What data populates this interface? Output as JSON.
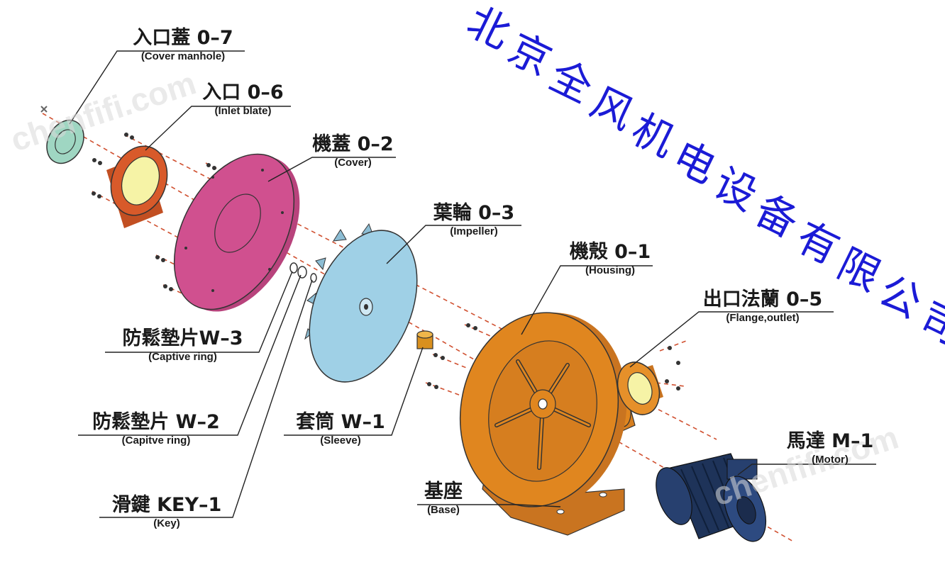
{
  "company": {
    "name": "北京全风机电设备有限公司",
    "color": "#1b1bd6"
  },
  "watermark": {
    "text": "chenfifi.com",
    "color": "#d9d9d9"
  },
  "labels": {
    "cover_manhole": {
      "cn": "入口蓋 0–7",
      "en": "(Cover manhole)"
    },
    "inlet_blate": {
      "cn": "入口 0–6",
      "en": "(Inlet blate)"
    },
    "cover": {
      "cn": "機蓋 0–2",
      "en": "(Cover)"
    },
    "impeller": {
      "cn": "葉輪 0–3",
      "en": "(Impeller)"
    },
    "housing": {
      "cn": "機殼 0–1",
      "en": "(Housing)"
    },
    "flange_outlet": {
      "cn": "出口法蘭 0–5",
      "en": "(Flange,outlet)"
    },
    "captive_ring": {
      "cn": "防鬆墊片W–3",
      "en": "(Captive ring)"
    },
    "capitve_ring": {
      "cn": "防鬆墊片 W–2",
      "en": "(Capitve ring)"
    },
    "sleeve": {
      "cn": "套筒 W–1",
      "en": "(Sleeve)"
    },
    "key": {
      "cn": "滑鍵 KEY–1",
      "en": "(Key)"
    },
    "motor": {
      "cn": "馬達 M–1",
      "en": "(Motor)"
    },
    "base": {
      "cn": "基座",
      "en": "(Base)"
    }
  },
  "part_colors": {
    "cover_manhole": "#9fd6c2",
    "inlet_body": "#d85a2a",
    "inlet_window": "#f6f3a6",
    "cover": "#d0508f",
    "impeller": "#9fd0e6",
    "housing": "#e0861f",
    "flange": "#e6902a",
    "sleeve": "#d9901e",
    "motor": "#27406f",
    "leader_line": "#222222",
    "axis_line": "#d05030"
  }
}
